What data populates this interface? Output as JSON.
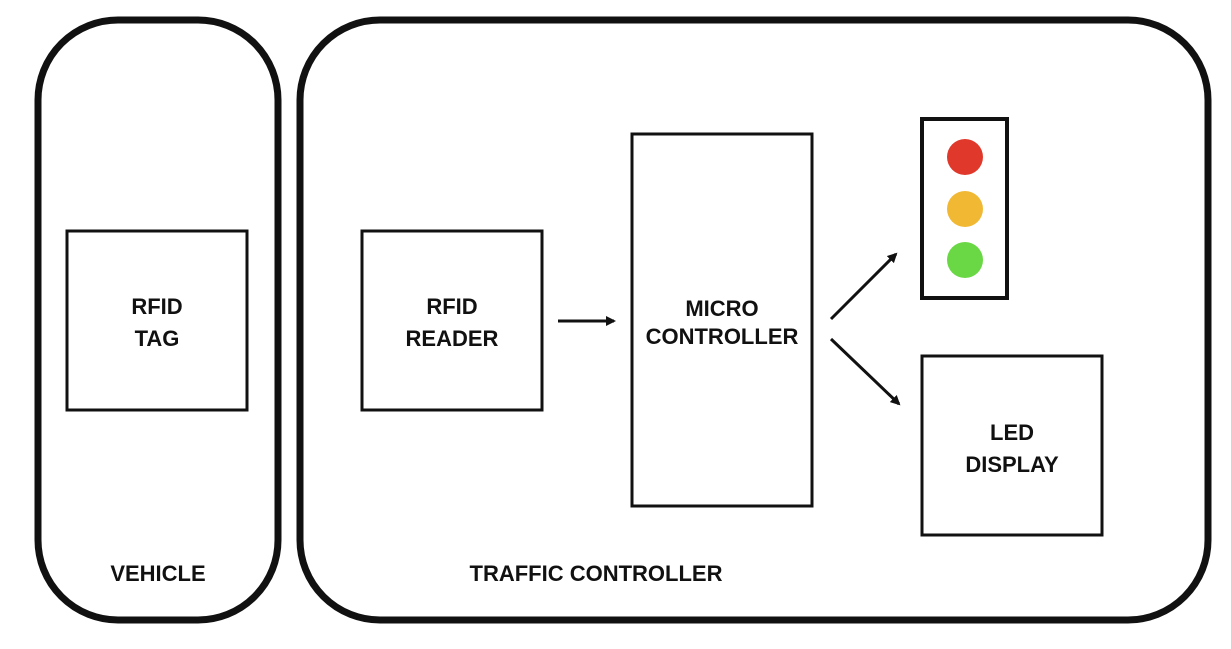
{
  "containers": {
    "vehicle": {
      "label": "VEHICLE"
    },
    "traffic_controller": {
      "label": "TRAFFIC CONTROLLER"
    }
  },
  "blocks": {
    "rfid_tag": {
      "line1": "RFID",
      "line2": "TAG"
    },
    "rfid_reader": {
      "line1": "RFID",
      "line2": "READER"
    },
    "micro_controller": {
      "line1": "MICRO",
      "line2": "CONTROLLER"
    },
    "led_display": {
      "line1": "LED",
      "line2": "DISPLAY"
    }
  },
  "traffic_light": {
    "lamps": [
      {
        "name": "red",
        "color": "#e0392b"
      },
      {
        "name": "amber",
        "color": "#f1b833"
      },
      {
        "name": "green",
        "color": "#6ad845"
      }
    ]
  },
  "colors": {
    "stroke": "#111111",
    "background": "#ffffff"
  }
}
